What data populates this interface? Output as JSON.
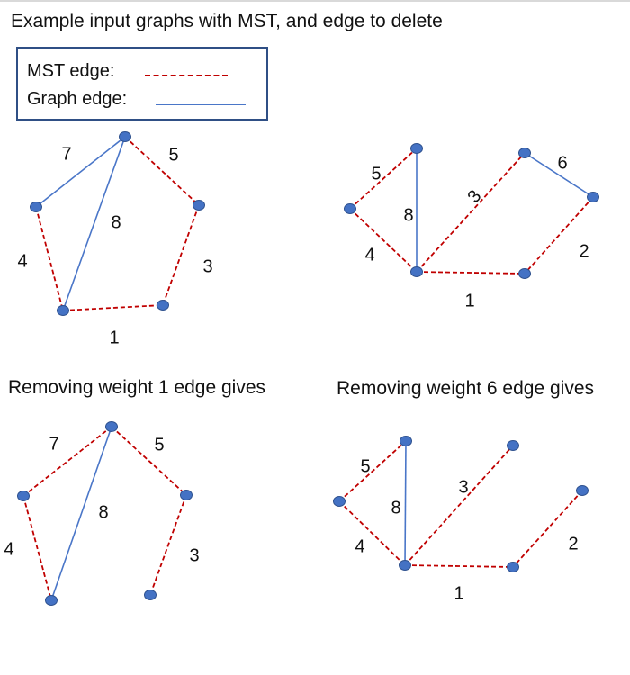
{
  "title": "Example input graphs with MST, and edge to delete",
  "legend": {
    "mst_label": "MST edge:",
    "graph_label": "Graph edge:"
  },
  "subtitles": {
    "left": "Removing weight 1 edge gives",
    "right": "Removing weight 6 edge gives"
  },
  "colors": {
    "mst_edge": "#c00000",
    "graph_edge": "#4a76c8",
    "node_fill": "#4472c4",
    "node_stroke": "#2f528f"
  },
  "graphs": [
    {
      "name": "graph-a",
      "nodes": [
        "top",
        "left",
        "right",
        "bottom-left",
        "bottom-right"
      ],
      "edges": [
        {
          "from": "top",
          "to": "left",
          "weight": "7",
          "kind": "graph"
        },
        {
          "from": "top",
          "to": "right",
          "weight": "5",
          "kind": "mst"
        },
        {
          "from": "top",
          "to": "bottom-left",
          "weight": "8",
          "kind": "graph"
        },
        {
          "from": "left",
          "to": "bottom-left",
          "weight": "4",
          "kind": "mst"
        },
        {
          "from": "right",
          "to": "bottom-right",
          "weight": "3",
          "kind": "mst"
        },
        {
          "from": "bottom-left",
          "to": "bottom-right",
          "weight": "1",
          "kind": "mst"
        }
      ]
    },
    {
      "name": "graph-b",
      "nodes": [
        "top",
        "left",
        "hub",
        "upper-right",
        "far-right",
        "lower-right"
      ],
      "edges": [
        {
          "from": "left",
          "to": "top",
          "weight": "5",
          "kind": "mst"
        },
        {
          "from": "top",
          "to": "hub",
          "weight": "8",
          "kind": "graph"
        },
        {
          "from": "left",
          "to": "hub",
          "weight": "4",
          "kind": "mst"
        },
        {
          "from": "hub",
          "to": "upper-right",
          "weight": "3",
          "kind": "mst"
        },
        {
          "from": "upper-right",
          "to": "far-right",
          "weight": "6",
          "kind": "graph"
        },
        {
          "from": "far-right",
          "to": "lower-right",
          "weight": "2",
          "kind": "mst"
        },
        {
          "from": "hub",
          "to": "lower-right",
          "weight": "1",
          "kind": "mst"
        }
      ]
    },
    {
      "name": "graph-c",
      "nodes": [
        "top",
        "left",
        "right",
        "bottom-left",
        "bottom-right"
      ],
      "edges": [
        {
          "from": "top",
          "to": "left",
          "weight": "7",
          "kind": "mst"
        },
        {
          "from": "top",
          "to": "right",
          "weight": "5",
          "kind": "mst"
        },
        {
          "from": "top",
          "to": "bottom-left",
          "weight": "8",
          "kind": "graph"
        },
        {
          "from": "left",
          "to": "bottom-left",
          "weight": "4",
          "kind": "mst"
        },
        {
          "from": "right",
          "to": "bottom-right",
          "weight": "3",
          "kind": "mst"
        }
      ]
    },
    {
      "name": "graph-d",
      "nodes": [
        "top",
        "left",
        "hub",
        "upper-right",
        "far-right",
        "lower-right"
      ],
      "edges": [
        {
          "from": "left",
          "to": "top",
          "weight": "5",
          "kind": "mst"
        },
        {
          "from": "top",
          "to": "hub",
          "weight": "8",
          "kind": "graph"
        },
        {
          "from": "left",
          "to": "hub",
          "weight": "4",
          "kind": "mst"
        },
        {
          "from": "hub",
          "to": "upper-right",
          "weight": "3",
          "kind": "mst"
        },
        {
          "from": "far-right",
          "to": "lower-right",
          "weight": "2",
          "kind": "mst"
        },
        {
          "from": "hub",
          "to": "lower-right",
          "weight": "1",
          "kind": "mst"
        }
      ]
    }
  ]
}
